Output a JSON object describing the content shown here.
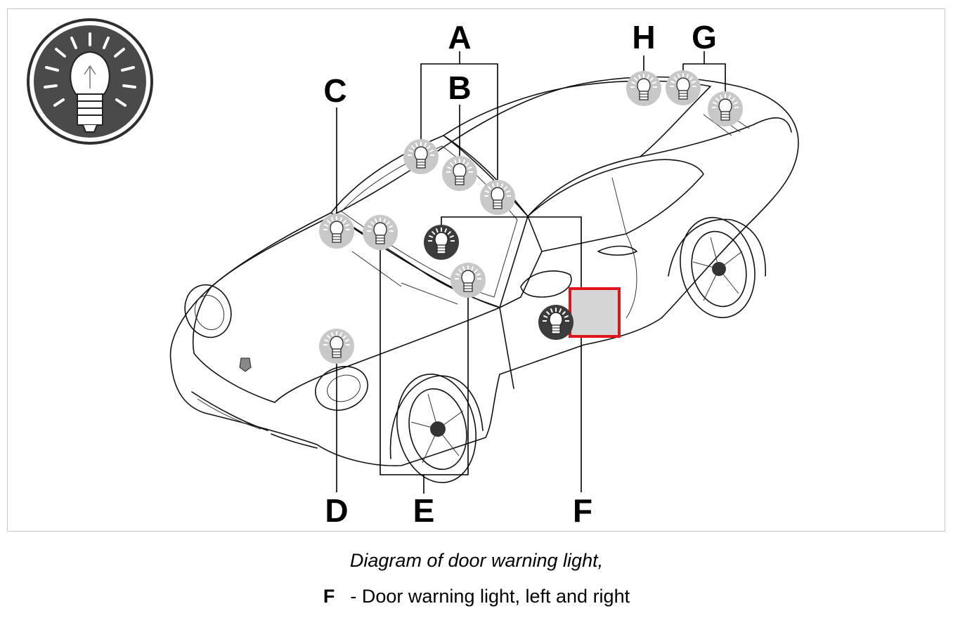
{
  "diagram": {
    "callouts": {
      "A": "A",
      "B": "B",
      "C": "C",
      "D": "D",
      "E": "E",
      "F": "F",
      "G": "G",
      "H": "H"
    },
    "highlight_color": "#e0141c",
    "bulb_light_color": "#c8c8c8",
    "bulb_dark_color": "#3c3c3c",
    "icon": "bulb-icon"
  },
  "caption": {
    "title": "Diagram of door warning light,",
    "legend_key": "F",
    "legend_text": "- Door warning light, left and right"
  }
}
